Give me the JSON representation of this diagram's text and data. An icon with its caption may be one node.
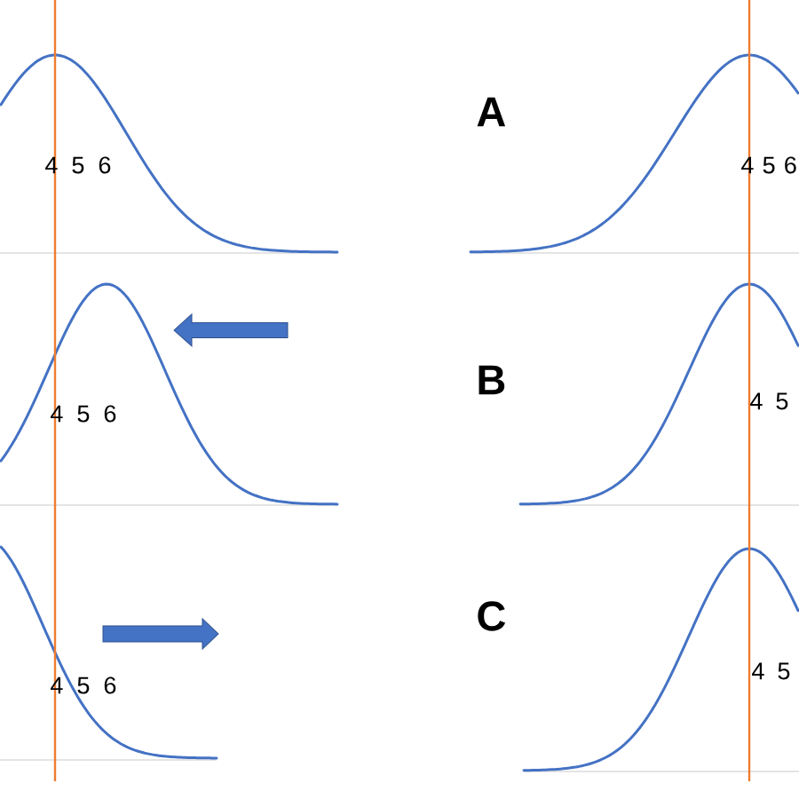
{
  "diagram": {
    "labels": [
      "4 5 6",
      "A",
      "4 5 6",
      "4 5 6",
      "B",
      "4 5",
      "4 5 6",
      "C",
      "4 5"
    ]
  }
}
